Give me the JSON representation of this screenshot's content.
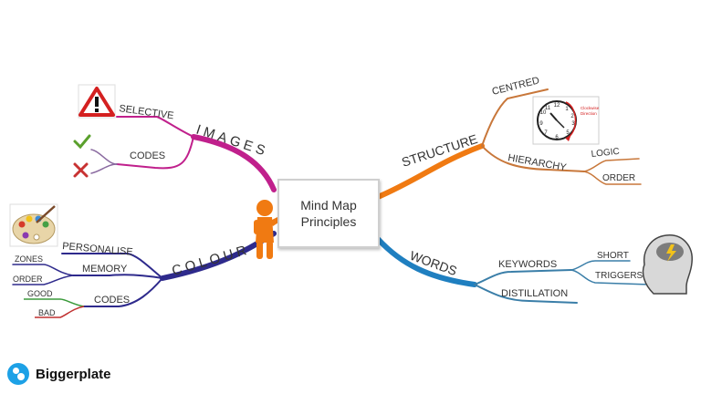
{
  "center": {
    "line1": "Mind Map",
    "line2": "Principles"
  },
  "branches": {
    "images": {
      "label": "IMAGES",
      "color": "#c0208c",
      "subs": {
        "selective": "SELECTIVE",
        "codes": "CODES"
      }
    },
    "colour": {
      "label": "COLOUR",
      "color": "#2e2a8c",
      "subs": {
        "personalise": "PERSONALISE",
        "memory": "MEMORY",
        "zones": "ZONES",
        "order": "ORDER",
        "codes": "CODES",
        "good": "GOOD",
        "bad": "BAD"
      }
    },
    "structure": {
      "label": "STRUCTURE",
      "color": "#f07a12",
      "subs": {
        "centred": "CENTRED",
        "hierarchy": "HIERARCHY",
        "logic": "LOGIC",
        "order": "ORDER"
      }
    },
    "words": {
      "label": "WORDS",
      "color": "#1f7fc0",
      "subs": {
        "keywords": "KEYWORDS",
        "short": "SHORT",
        "triggers": "TRIGGERS",
        "distillation": "DISTILLATION"
      }
    }
  },
  "clock_caption": {
    "line1": "Clockwise",
    "line2": "Direction"
  },
  "brand": "Biggerplate",
  "icons": [
    "warning-icon",
    "checkmark-icon",
    "cross-icon",
    "paint-palette-icon",
    "clock-icon",
    "figure-icon",
    "head-icon",
    "brand-logo-icon"
  ]
}
